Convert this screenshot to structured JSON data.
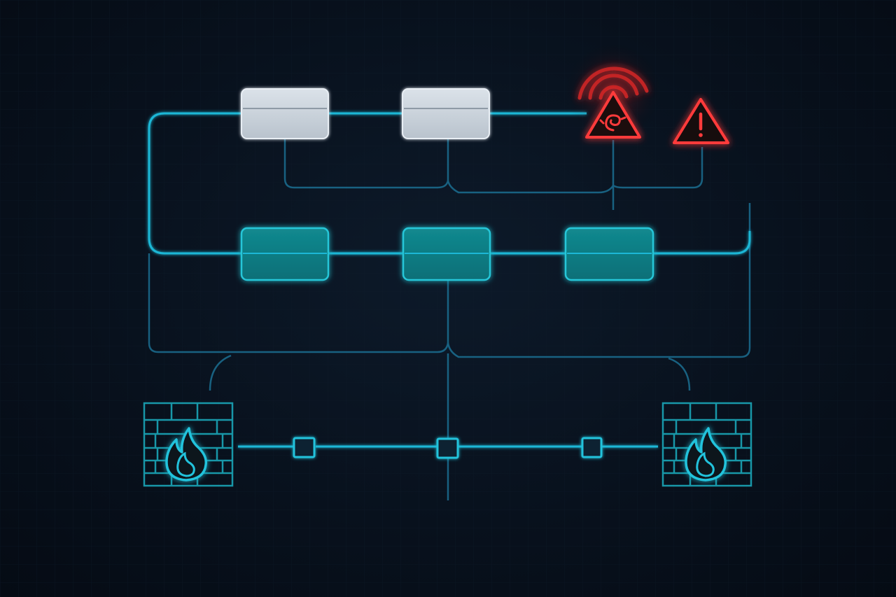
{
  "colors": {
    "background": "#07101b",
    "grid": "#0f1c2b",
    "link_primary": "#1fb7d6",
    "link_secondary": "#1b6f92",
    "server_light_fill": "#c9d2db",
    "server_teal_fill": "#0f7f86",
    "firewall": "#1aa6b8",
    "alert_red": "#ff3a3a"
  },
  "nodes": {
    "top_row": [
      {
        "id": "server-top-1",
        "kind": "server-light"
      },
      {
        "id": "server-top-2",
        "kind": "server-light"
      }
    ],
    "middle_row": [
      {
        "id": "server-mid-1",
        "kind": "server-teal"
      },
      {
        "id": "server-mid-2",
        "kind": "server-teal"
      },
      {
        "id": "server-mid-3",
        "kind": "server-teal"
      }
    ],
    "firewalls": [
      {
        "id": "firewall-left",
        "icon": "firewall-flame-icon"
      },
      {
        "id": "firewall-right",
        "icon": "firewall-flame-icon"
      }
    ],
    "bottom_switches": [
      {
        "id": "switch-1"
      },
      {
        "id": "switch-2"
      },
      {
        "id": "switch-3"
      }
    ],
    "alerts": [
      {
        "id": "alert-malware",
        "icon": "biohazard-warning-icon",
        "signal": "broadcast-waves-icon"
      },
      {
        "id": "alert-warning",
        "icon": "exclamation-warning-icon"
      }
    ]
  }
}
